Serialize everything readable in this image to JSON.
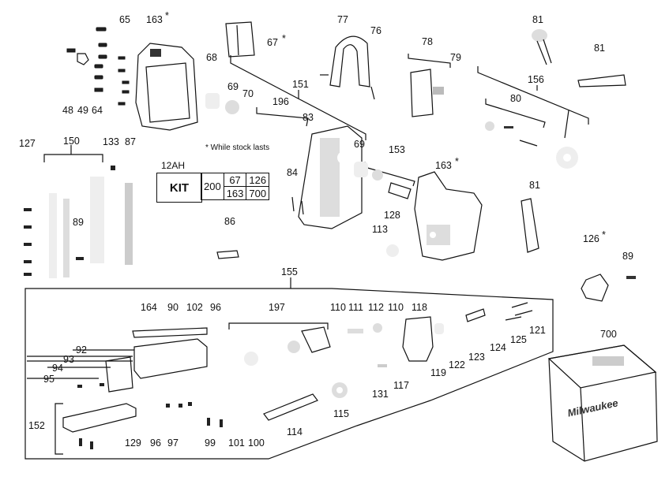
{
  "diagram": {
    "labels": {
      "l65": "65",
      "l163a": "163",
      "l67": "67",
      "l77": "77",
      "l76": "76",
      "l78": "78",
      "l79": "79",
      "l81a": "81",
      "l81b": "81",
      "l156": "156",
      "l68": "68",
      "l69a": "69",
      "l70": "70",
      "l196": "196",
      "l151": "151",
      "l83": "83",
      "l48": "48",
      "l49": "49",
      "l64": "64",
      "l80": "80",
      "l127": "127",
      "l150": "150",
      "l133": "133",
      "l87": "87",
      "l89a": "89",
      "l69b": "69",
      "l153": "153",
      "l163b": "163",
      "l84": "84",
      "l128": "128",
      "l113": "113",
      "l86": "86",
      "l81c": "81",
      "l126": "126",
      "l89b": "89",
      "l155": "155",
      "l164": "164",
      "l90": "90",
      "l102": "102",
      "l96a": "96",
      "l197": "197",
      "l110a": "110",
      "l111": "111",
      "l112": "112",
      "l110b": "110",
      "l118": "118",
      "l92": "92",
      "l93": "93",
      "l94": "94",
      "l95": "95",
      "l121": "121",
      "l125": "125",
      "l124": "124",
      "l123": "123",
      "l122": "122",
      "l119": "119",
      "l117": "117",
      "l131": "131",
      "l115": "115",
      "l152": "152",
      "l129": "129",
      "l96b": "96",
      "l97": "97",
      "l99": "99",
      "l101": "101",
      "l100": "100",
      "l114": "114",
      "l700": "700"
    },
    "asterisk": "*",
    "note": "* While stock lasts",
    "kit": {
      "title": "12AH",
      "label": "KIT",
      "code": "200",
      "rows": [
        [
          "67",
          "126"
        ],
        [
          "163",
          "700"
        ]
      ]
    },
    "case_brand": "Milwaukee"
  }
}
